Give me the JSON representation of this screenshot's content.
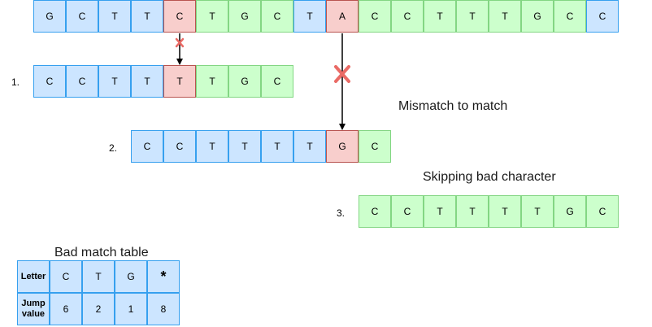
{
  "text_row": [
    {
      "ch": "G",
      "c": "blue"
    },
    {
      "ch": "C",
      "c": "blue"
    },
    {
      "ch": "T",
      "c": "blue"
    },
    {
      "ch": "T",
      "c": "blue"
    },
    {
      "ch": "C",
      "c": "red"
    },
    {
      "ch": "T",
      "c": "green"
    },
    {
      "ch": "G",
      "c": "green"
    },
    {
      "ch": "C",
      "c": "green"
    },
    {
      "ch": "T",
      "c": "blue"
    },
    {
      "ch": "A",
      "c": "red"
    },
    {
      "ch": "C",
      "c": "green"
    },
    {
      "ch": "C",
      "c": "green"
    },
    {
      "ch": "T",
      "c": "green"
    },
    {
      "ch": "T",
      "c": "green"
    },
    {
      "ch": "T",
      "c": "green"
    },
    {
      "ch": "G",
      "c": "green"
    },
    {
      "ch": "C",
      "c": "green"
    },
    {
      "ch": "C",
      "c": "blue"
    }
  ],
  "steps": [
    {
      "label": "1.",
      "cells": [
        {
          "ch": "C",
          "c": "blue"
        },
        {
          "ch": "C",
          "c": "blue"
        },
        {
          "ch": "T",
          "c": "blue"
        },
        {
          "ch": "T",
          "c": "blue"
        },
        {
          "ch": "T",
          "c": "red"
        },
        {
          "ch": "T",
          "c": "green"
        },
        {
          "ch": "G",
          "c": "green"
        },
        {
          "ch": "C",
          "c": "green"
        }
      ]
    },
    {
      "label": "2.",
      "cells": [
        {
          "ch": "C",
          "c": "blue"
        },
        {
          "ch": "C",
          "c": "blue"
        },
        {
          "ch": "T",
          "c": "blue"
        },
        {
          "ch": "T",
          "c": "blue"
        },
        {
          "ch": "T",
          "c": "blue"
        },
        {
          "ch": "T",
          "c": "blue"
        },
        {
          "ch": "G",
          "c": "red"
        },
        {
          "ch": "C",
          "c": "green"
        }
      ]
    },
    {
      "label": "3.",
      "cells": [
        {
          "ch": "C",
          "c": "green"
        },
        {
          "ch": "C",
          "c": "green"
        },
        {
          "ch": "T",
          "c": "green"
        },
        {
          "ch": "T",
          "c": "green"
        },
        {
          "ch": "T",
          "c": "green"
        },
        {
          "ch": "T",
          "c": "green"
        },
        {
          "ch": "G",
          "c": "green"
        },
        {
          "ch": "C",
          "c": "green"
        }
      ]
    }
  ],
  "captions": {
    "mismatch": "Mismatch to match",
    "skipping": "Skipping bad character"
  },
  "table": {
    "title": "Bad match table",
    "row1": [
      "Letter",
      "C",
      "T",
      "G",
      "*"
    ],
    "row2": [
      "Jump value",
      "6",
      "2",
      "1",
      "8"
    ]
  },
  "colors": {
    "blue_fill": "#cce5ff",
    "blue_stroke": "#36a0ef",
    "green_fill": "#ccffcc",
    "green_stroke": "#83d683",
    "red_fill": "#f8cecc",
    "red_stroke": "#b85450",
    "cross": "#ea6b66"
  }
}
